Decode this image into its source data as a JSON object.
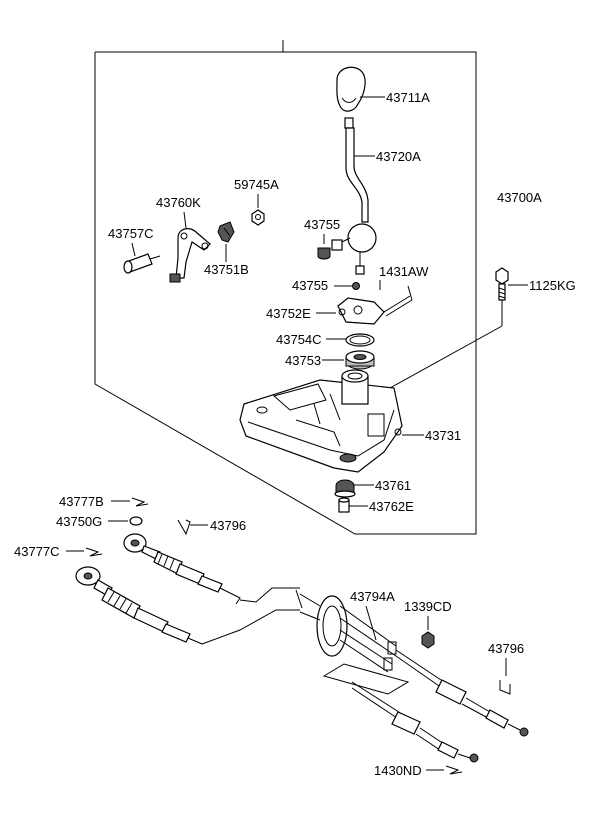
{
  "assembly_label": "43700A",
  "parts": {
    "p43711A": "43711A",
    "p43720A": "43720A",
    "p59745A": "59745A",
    "p43760K": "43760K",
    "p43757C": "43757C",
    "p43751B": "43751B",
    "p43755_top": "43755",
    "p43755_bottom": "43755",
    "p1431AW": "1431AW",
    "p1125KG": "1125KG",
    "p43752E": "43752E",
    "p43754C": "43754C",
    "p43753": "43753",
    "p43731": "43731",
    "p43761": "43761",
    "p43762E": "43762E",
    "p43777B": "43777B",
    "p43750G": "43750G",
    "p43796_top": "43796",
    "p43777C": "43777C",
    "p43794A": "43794A",
    "p1339CD": "1339CD",
    "p43796_bottom": "43796",
    "p1430ND": "1430ND"
  }
}
